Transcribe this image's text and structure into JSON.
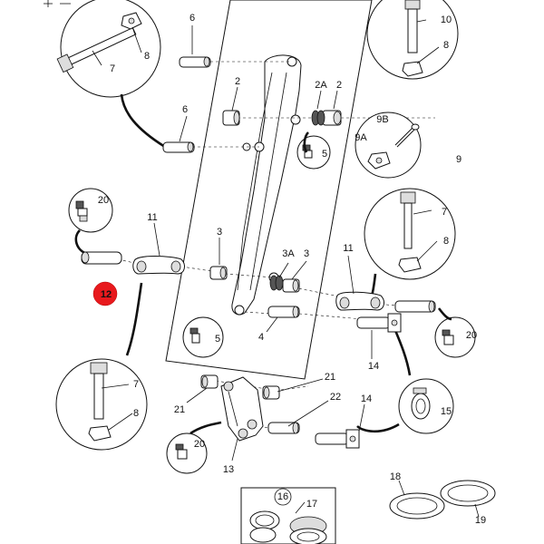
{
  "callouts": {
    "c6a": "6",
    "c6b": "6",
    "c7a": "7",
    "c8a": "8",
    "c10": "10",
    "c8b": "8",
    "c2a": "2",
    "c2b": "2",
    "c2A": "2A",
    "c5a": "5",
    "c9B": "9B",
    "c9A": "9A",
    "c9": "9",
    "c20a": "20",
    "c11a": "11",
    "c3a": "3",
    "c3A": "3A",
    "c3b": "3",
    "c11b": "11",
    "c7b": "7",
    "c8c": "8",
    "c12": "12",
    "c5b": "5",
    "c4": "4",
    "c14a": "14",
    "c20b": "20",
    "c7c": "7",
    "c8d": "8",
    "c21a": "21",
    "c21b": "21",
    "c22": "22",
    "c14b": "14",
    "c15": "15",
    "c20c": "20",
    "c13": "13",
    "c16": "16",
    "c17": "17",
    "c18": "18",
    "c19": "19"
  },
  "highlight_color": "#e8191d"
}
